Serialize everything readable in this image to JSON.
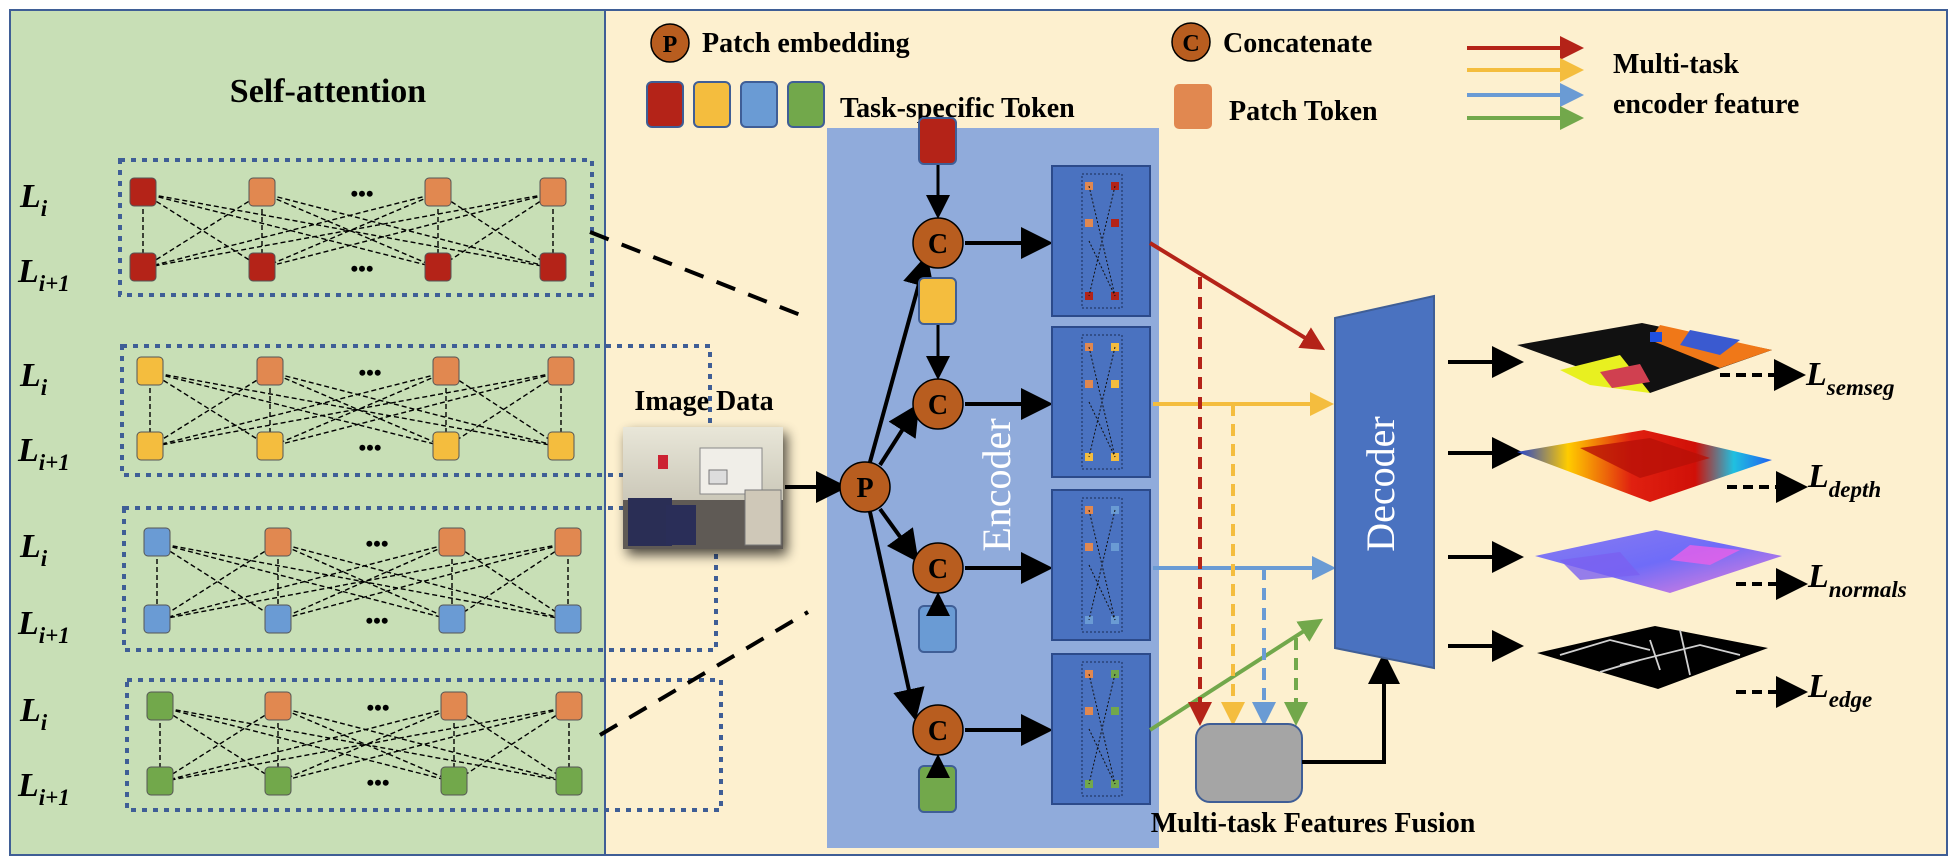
{
  "colors": {
    "left_bg": "#c8dfb6",
    "right_bg": "#fdf0cf",
    "frame": "#3f5e96",
    "encoder_bg": "#90abdb",
    "decoder": "#4a72c0",
    "red": "#b42318",
    "yellow": "#f4bd3e",
    "blue": "#6a9bd4",
    "green": "#72a84b",
    "orange": "#e18850",
    "circle": "#b85d1f",
    "fusion": "#a5a5a5"
  },
  "self_attention": {
    "title": "Self-attention",
    "layer_i": "L",
    "layer_i_sub": "i",
    "layer_next_sub": "i+1",
    "ellipsis": "•••"
  },
  "legend": {
    "patch_embedding_symbol": "P",
    "patch_embedding_label": "Patch embedding",
    "task_token_label": "Task-specific Token",
    "concatenate_symbol": "C",
    "concatenate_label": "Concatenate",
    "patch_token_label": "Patch Token",
    "feature_label_line1": "Multi-task",
    "feature_label_line2": "encoder feature"
  },
  "pipeline": {
    "image_label": "Image Data",
    "patch_symbol": "P",
    "concat_symbol": "C",
    "encoder_label": "Encoder",
    "decoder_label": "Decoder",
    "fusion_label": "Multi-task Features Fusion"
  },
  "losses": [
    {
      "base": "L",
      "sub": "semseg"
    },
    {
      "base": "L",
      "sub": "depth"
    },
    {
      "base": "L",
      "sub": "normals"
    },
    {
      "base": "L",
      "sub": "edge"
    }
  ]
}
